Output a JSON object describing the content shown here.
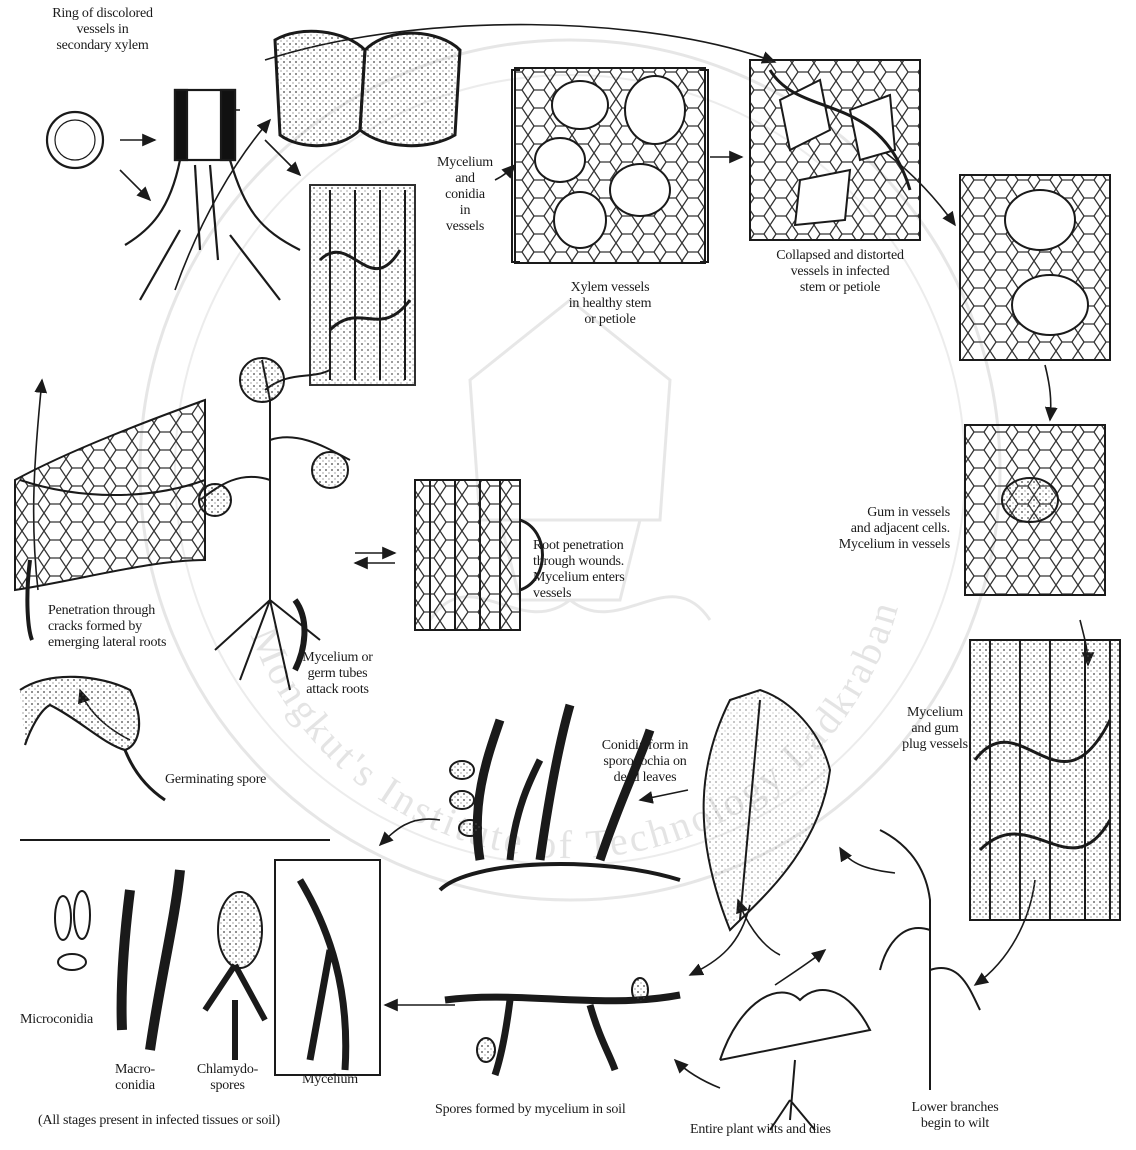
{
  "title": "",
  "labels": {
    "ring": "Ring of discolored\nvessels in\nsecondary xylem",
    "mycelium_conidia": "Mycelium\nand\nconidia\nin\nvessels",
    "xylem_healthy": "Xylem vessels\nin healthy stem\nor petiole",
    "collapsed": "Collapsed and distorted\nvessels in infected\nstem or petiole",
    "gum": "Gum in vessels\nand adjacent cells.\nMycelium in vessels",
    "root_penetration": "Root penetration\nthrough wounds.\nMycelium enters\nvessels",
    "penetration_cracks": "Penetration through\ncracks formed by\nemerging lateral roots",
    "germ_tubes": "Mycelium or\ngerm tubes\nattack roots",
    "germinating_spore": "Germinating spore",
    "conidia_form": "Conidia form in\nsporodochia on\ndead leaves",
    "gum_plug": "Mycelium\nand gum\nplug vessels",
    "microconidia": "Microconidia",
    "macroconidia": "Macro-\nconidia",
    "chlamydospores": "Chlamydo-\nspores",
    "mycelium": "Mycelium",
    "all_stages": "(All stages present in infected tissues or soil)",
    "spores_soil": "Spores formed by mycelium in soil",
    "entire_plant": "Entire plant wilts and dies",
    "lower_branches": "Lower branches\nbegin to wilt"
  },
  "watermark": "Mongkut's Institute of Technology Ladkrabang",
  "colors": {
    "ink": "#1a1a1a",
    "watermark": "#c8c8c8"
  }
}
